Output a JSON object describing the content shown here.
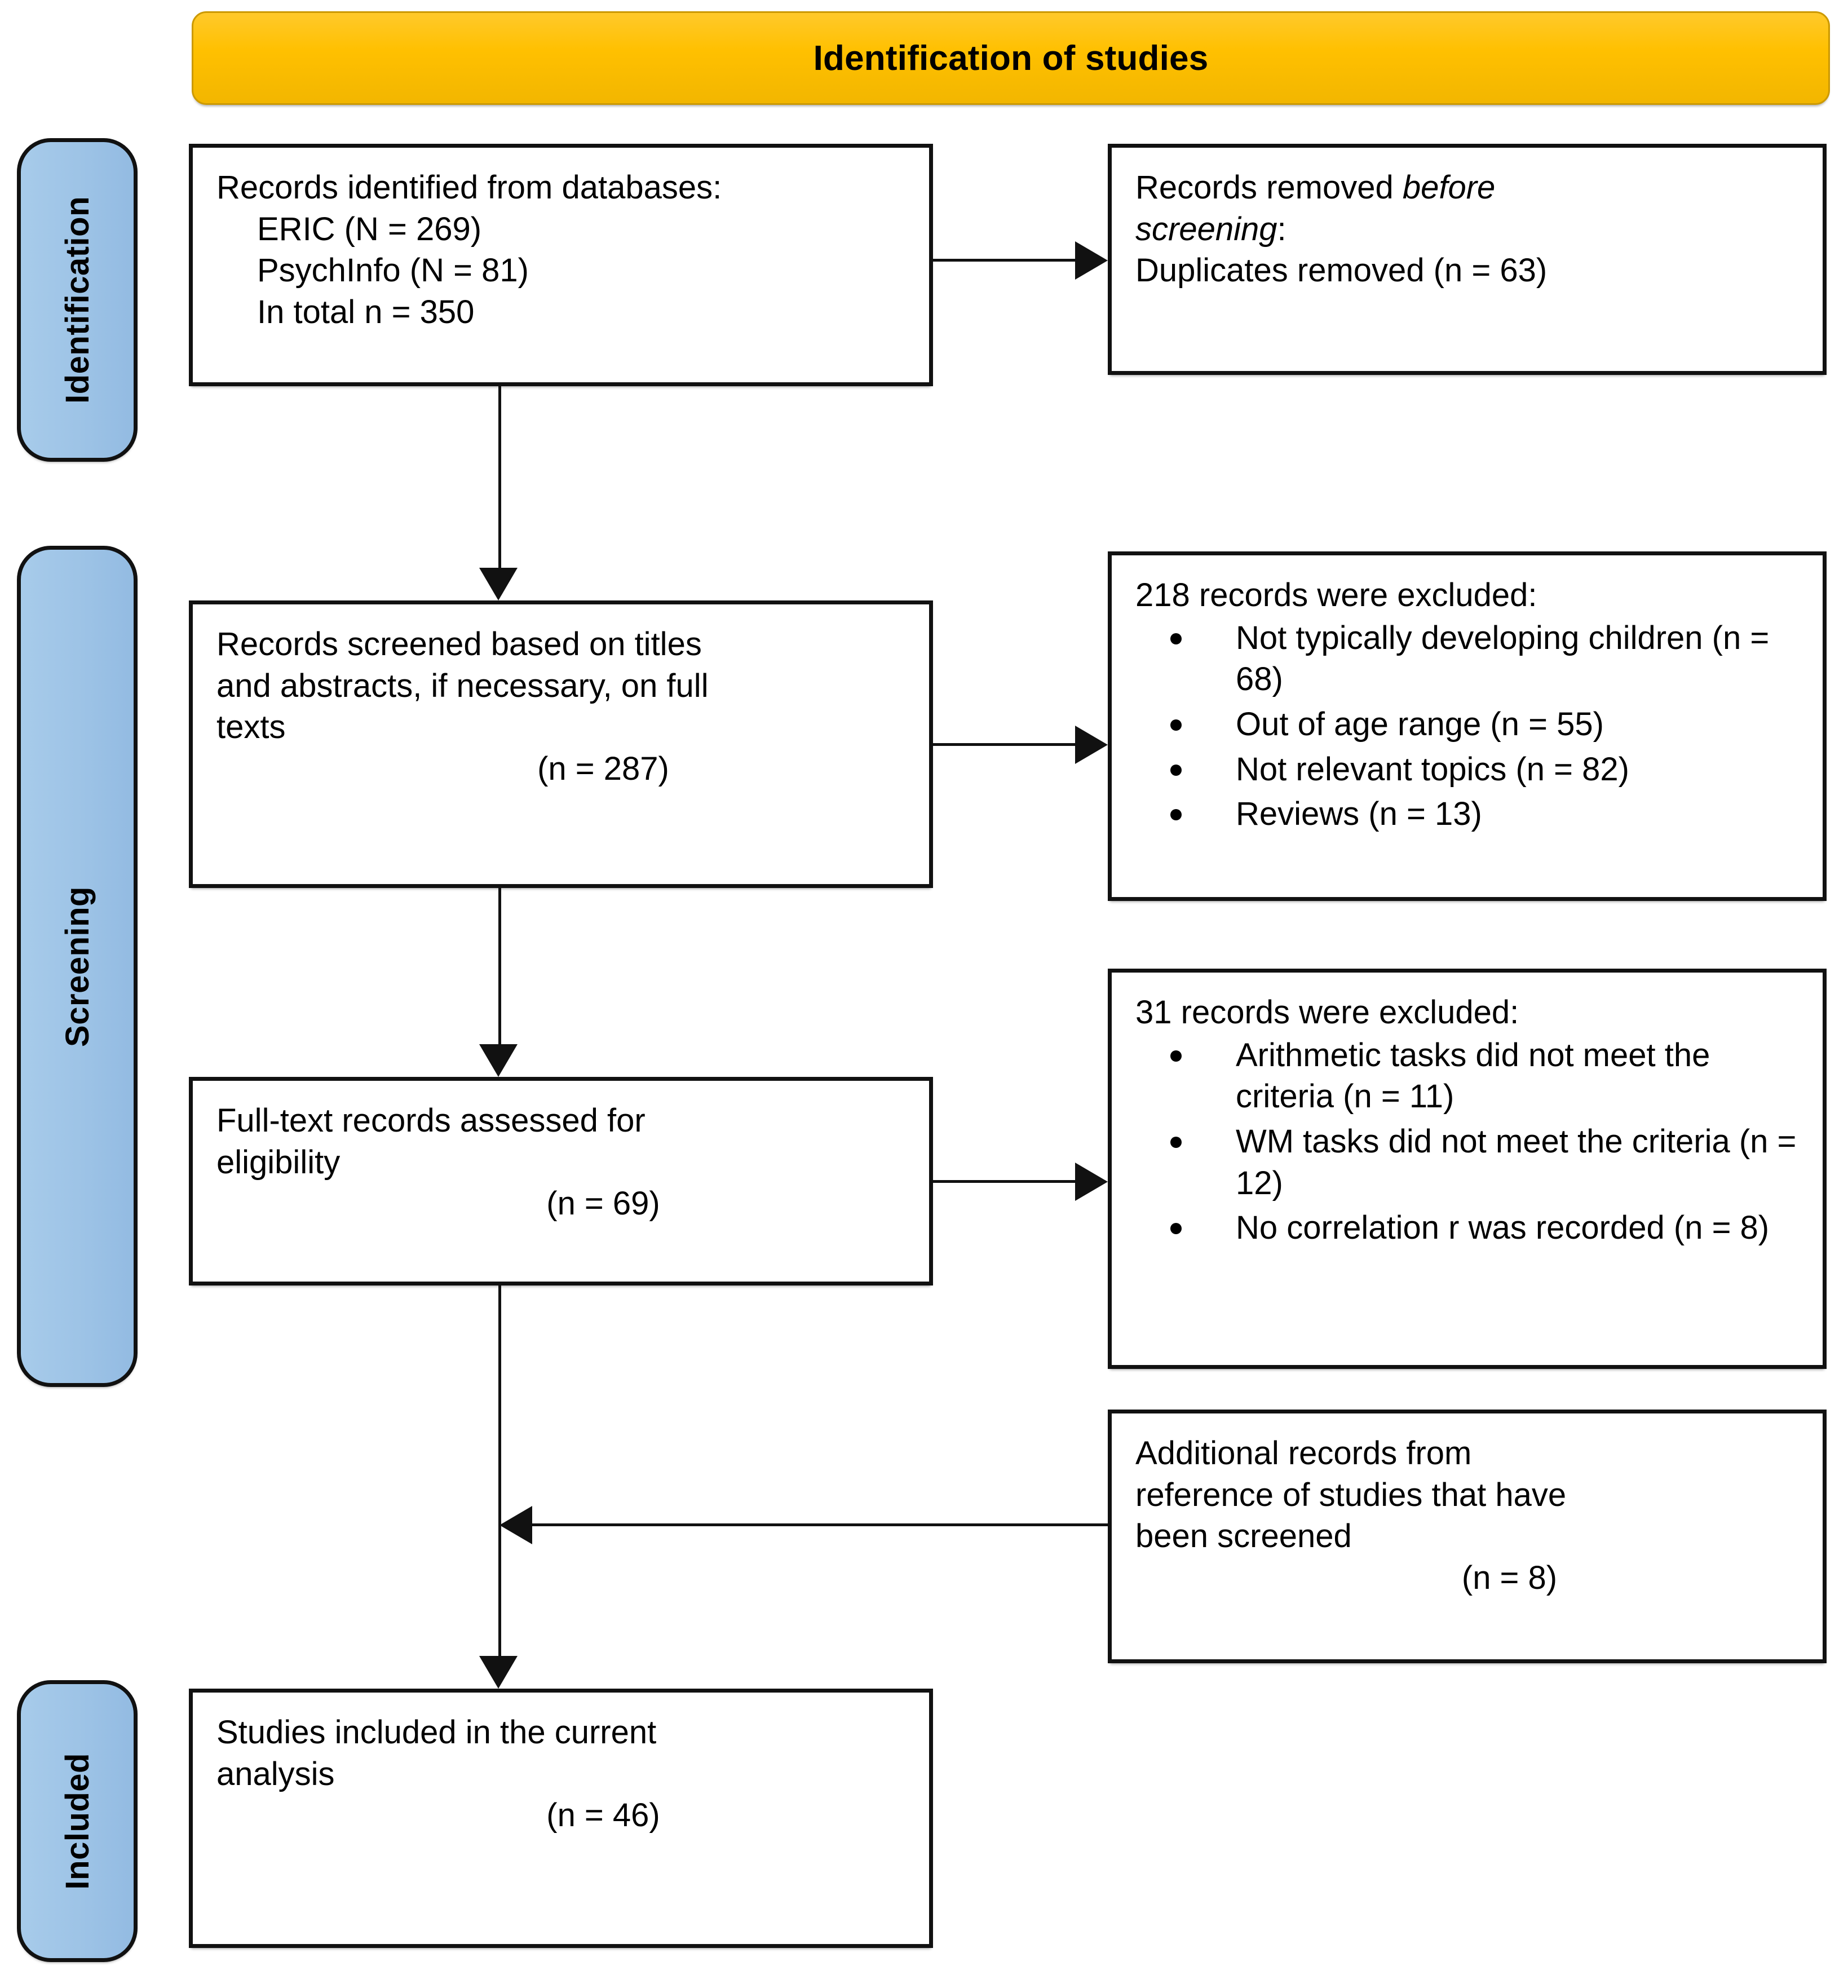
{
  "banner": {
    "title": "Identification of studies"
  },
  "stages": [
    {
      "label": "Identification"
    },
    {
      "label": "Screening"
    },
    {
      "label": "Included"
    }
  ],
  "boxes": {
    "identified": {
      "line1": "Records identified from databases:",
      "line2": "ERIC (N = 269)",
      "line3": "PsychInfo (N = 81)",
      "line4": "In total n = 350"
    },
    "removed": {
      "line1_pre": "Records removed ",
      "line1_em": "before",
      "line2_em": "screening",
      "line2_post": ":",
      "line3": "Duplicates removed (n = 63)"
    },
    "screened": {
      "line1": "Records screened based on titles",
      "line2": "and abstracts, if necessary, on full",
      "line3": "texts",
      "count": "(n = 287)"
    },
    "excluded_218": {
      "heading": "218 records were excluded:",
      "reasons": [
        "Not typically developing children (n = 68)",
        "Out of age range (n = 55)",
        "Not relevant topics (n = 82)",
        "Reviews (n = 13)"
      ]
    },
    "fulltext": {
      "line1": "Full-text records assessed for",
      "line2": "eligibility",
      "count": "(n = 69)"
    },
    "excluded_31": {
      "heading": "31 records were excluded:",
      "reasons": [
        "Arithmetic tasks did not meet the criteria (n = 11)",
        "WM tasks did not meet the criteria (n = 12)",
        "No correlation r was recorded (n = 8)"
      ]
    },
    "additional": {
      "line1": "Additional records from",
      "line2": "reference of studies that have",
      "line3": "been screened",
      "count": "(n = 8)"
    },
    "included": {
      "line1": "Studies included in the current",
      "line2": "analysis",
      "count": "(n = 46)"
    }
  },
  "colors": {
    "banner_fill": "#FFC000",
    "banner_border": "#CC9900",
    "stage_fill": "#9DC3E6",
    "outline": "#111111",
    "box_fill": "#FFFFFF"
  },
  "chart_data": {
    "type": "diagram",
    "title": "Identification of studies",
    "subtype": "PRISMA flow diagram",
    "stages": [
      "Identification",
      "Screening",
      "Included"
    ],
    "nodes": [
      {
        "id": "identified",
        "stage": "Identification",
        "column": "left",
        "n": 350,
        "detail": {
          "ERIC": 269,
          "PsychInfo": 81
        }
      },
      {
        "id": "removed",
        "stage": "Identification",
        "column": "right",
        "n": 63,
        "detail": {
          "Duplicates removed": 63
        }
      },
      {
        "id": "screened",
        "stage": "Screening",
        "column": "left",
        "n": 287
      },
      {
        "id": "excluded_218",
        "stage": "Screening",
        "column": "right",
        "n": 218,
        "detail": {
          "Not typically developing children": 68,
          "Out of age range": 55,
          "Not relevant topics": 82,
          "Reviews": 13
        }
      },
      {
        "id": "fulltext",
        "stage": "Screening",
        "column": "left",
        "n": 69
      },
      {
        "id": "excluded_31",
        "stage": "Screening",
        "column": "right",
        "n": 31,
        "detail": {
          "Arithmetic tasks did not meet the criteria": 11,
          "WM tasks did not meet the criteria": 12,
          "No correlation r was recorded": 8
        }
      },
      {
        "id": "additional",
        "stage": "Screening",
        "column": "right",
        "n": 8
      },
      {
        "id": "included",
        "stage": "Included",
        "column": "left",
        "n": 46
      }
    ],
    "edges": [
      {
        "from": "identified",
        "to": "removed",
        "direction": "right"
      },
      {
        "from": "identified",
        "to": "screened",
        "direction": "down"
      },
      {
        "from": "screened",
        "to": "excluded_218",
        "direction": "right"
      },
      {
        "from": "screened",
        "to": "fulltext",
        "direction": "down"
      },
      {
        "from": "fulltext",
        "to": "excluded_31",
        "direction": "right"
      },
      {
        "from": "additional",
        "to": "included",
        "direction": "left"
      },
      {
        "from": "fulltext",
        "to": "included",
        "direction": "down"
      }
    ]
  }
}
